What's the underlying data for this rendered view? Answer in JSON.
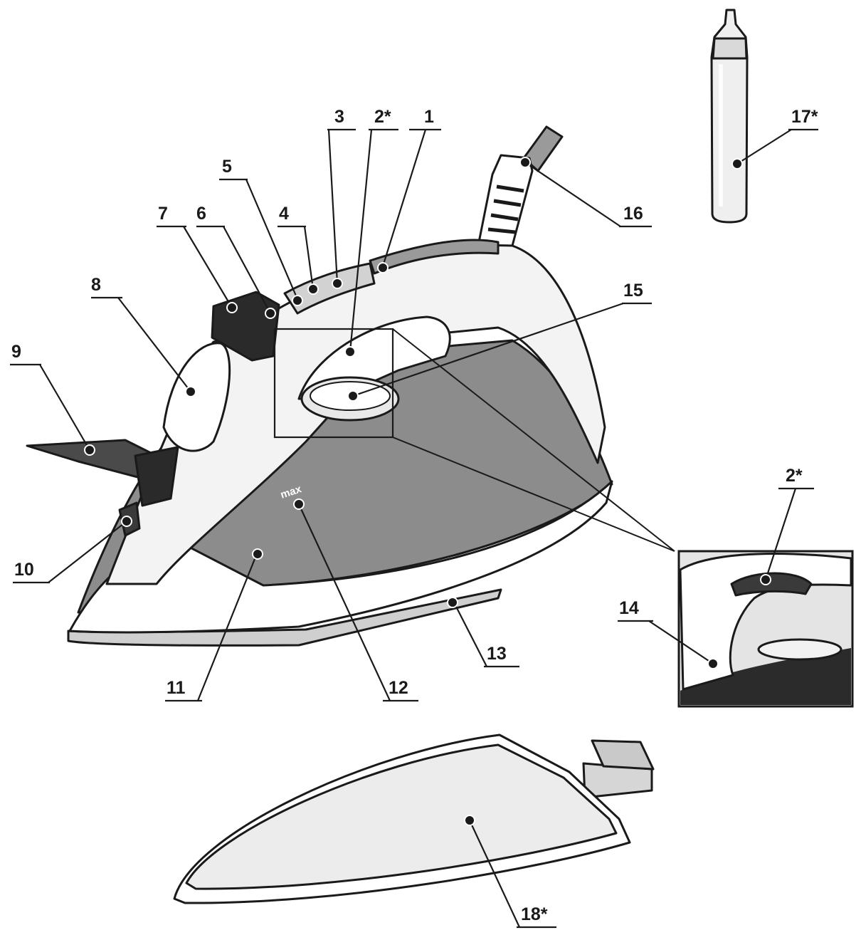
{
  "diagram": {
    "max_marking": "max",
    "callouts": [
      {
        "id": "c1",
        "label": "1"
      },
      {
        "id": "c2",
        "label": "2*"
      },
      {
        "id": "c3",
        "label": "3"
      },
      {
        "id": "c4",
        "label": "4"
      },
      {
        "id": "c5",
        "label": "5"
      },
      {
        "id": "c6",
        "label": "6"
      },
      {
        "id": "c7",
        "label": "7"
      },
      {
        "id": "c8",
        "label": "8"
      },
      {
        "id": "c9",
        "label": "9"
      },
      {
        "id": "c10",
        "label": "10"
      },
      {
        "id": "c11",
        "label": "11"
      },
      {
        "id": "c12",
        "label": "12"
      },
      {
        "id": "c13",
        "label": "13"
      },
      {
        "id": "c14",
        "label": "14"
      },
      {
        "id": "c15",
        "label": "15"
      },
      {
        "id": "c16",
        "label": "16"
      },
      {
        "id": "c17",
        "label": "17*"
      },
      {
        "id": "c18",
        "label": "18*"
      },
      {
        "id": "c2b",
        "label": "2*"
      }
    ]
  }
}
